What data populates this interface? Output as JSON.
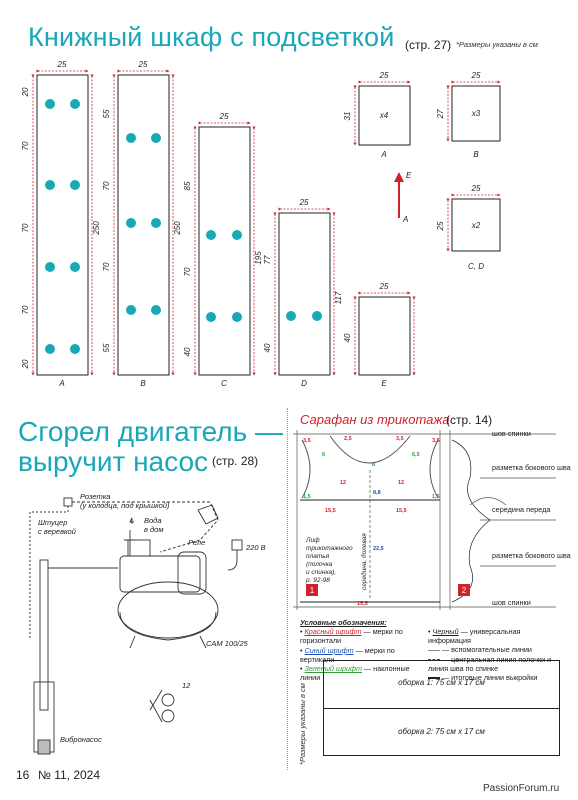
{
  "section1": {
    "title": "Книжный шкаф с подсветкой",
    "page_ref": "(стр. 27)",
    "note": "*Размеры указаны в см",
    "dims": {
      "w25": "25",
      "A": [
        "20",
        "70",
        "70",
        "70",
        "20"
      ],
      "A_total": "250",
      "B": [
        "55",
        "70",
        "70",
        "55"
      ],
      "B_total": "250",
      "C": [
        "85",
        "70",
        "40"
      ],
      "C_total": "195",
      "D": [
        "77",
        "40"
      ],
      "D_total": "117",
      "E": "40",
      "box1_h": "31",
      "box2_h": "27",
      "box3_h": "25"
    },
    "labels": [
      "A",
      "B",
      "C",
      "D",
      "E"
    ],
    "boxes": [
      {
        "mult": "x4",
        "label": "A"
      },
      {
        "mult": "x3",
        "label": "B"
      },
      {
        "mult": "x2",
        "label": "C, D"
      }
    ],
    "arrow_top": "E",
    "arrow_side": "A"
  },
  "section2": {
    "title_line1": "Сгорел двигатель —",
    "title_line2": "выручит насос",
    "page_ref": "(стр. 28)",
    "labels": {
      "socket": "Розетка",
      "socket_note": "(у колодца, под крышкой)",
      "fitting": "Штуцер",
      "fitting2": "с веревкой",
      "water": "Вода",
      "water2": "в дом",
      "relay": "Реле",
      "volt": "220 В",
      "model": "CAM 100/25",
      "diameter": "12",
      "pump": "Вибронасос"
    }
  },
  "section3": {
    "title": "Сарафан из трикотажа",
    "page_ref": "(стр. 14)",
    "note": "*Размеры указаны в см",
    "right_labels": [
      "шов спинки",
      "разметка бокового шва",
      "середина переда",
      "разметка бокового шва",
      "шов спинки"
    ],
    "pattern_text": [
      "Лиф",
      "трикотажного",
      "платья",
      "(полочка",
      "и спинка),",
      "р. 92-98"
    ],
    "vertical_text": "середина, долевая",
    "nums": {
      "n1": "1",
      "n2": "2",
      "a": "3,5",
      "b": "3,5",
      "c": "3,5",
      "d": "2,5",
      "e": "15,5",
      "f": "15,5",
      "g": "12",
      "h": "12",
      "i": "8,8",
      "j": "22,5",
      "k": "15,5",
      "l": "1,5",
      "m": "1,5",
      "n": "8",
      "o": "6",
      "p": "6,5"
    },
    "legend_title": "Условные обозначения:",
    "legend_left": [
      {
        "colored": "Красный шрифт",
        "rest": " — мерки по горизонтали",
        "color": "#d0222b"
      },
      {
        "colored": "Синий шрифт",
        "rest": " — мерки по вертикали",
        "color": "#1f4fb5"
      },
      {
        "colored": "Зеленый шрифт",
        "rest": " — наклонные линии",
        "color": "#2e9d3a"
      }
    ],
    "legend_right": [
      {
        "colored": "Черный",
        "rest": " — универсальная информация"
      },
      {
        "colored": "",
        "rest": "— вспомогательные линии"
      },
      {
        "colored": "",
        "rest": "— центральная линия полочки и линия шва по спинке"
      },
      {
        "colored": "",
        "rest": "— итоговые линии выкройки"
      }
    ],
    "frills": [
      "оборка 1: 75 см х 17 см",
      "оборка 2: 75 см х 17 см"
    ]
  },
  "footer": {
    "page_no": "16",
    "issue": "№ 11, 2024",
    "brand": "PassionForum.ru"
  },
  "colors": {
    "teal": "#1aa8b8",
    "red": "#d0222b",
    "blue": "#1f4fb5",
    "green": "#2e9d3a"
  }
}
